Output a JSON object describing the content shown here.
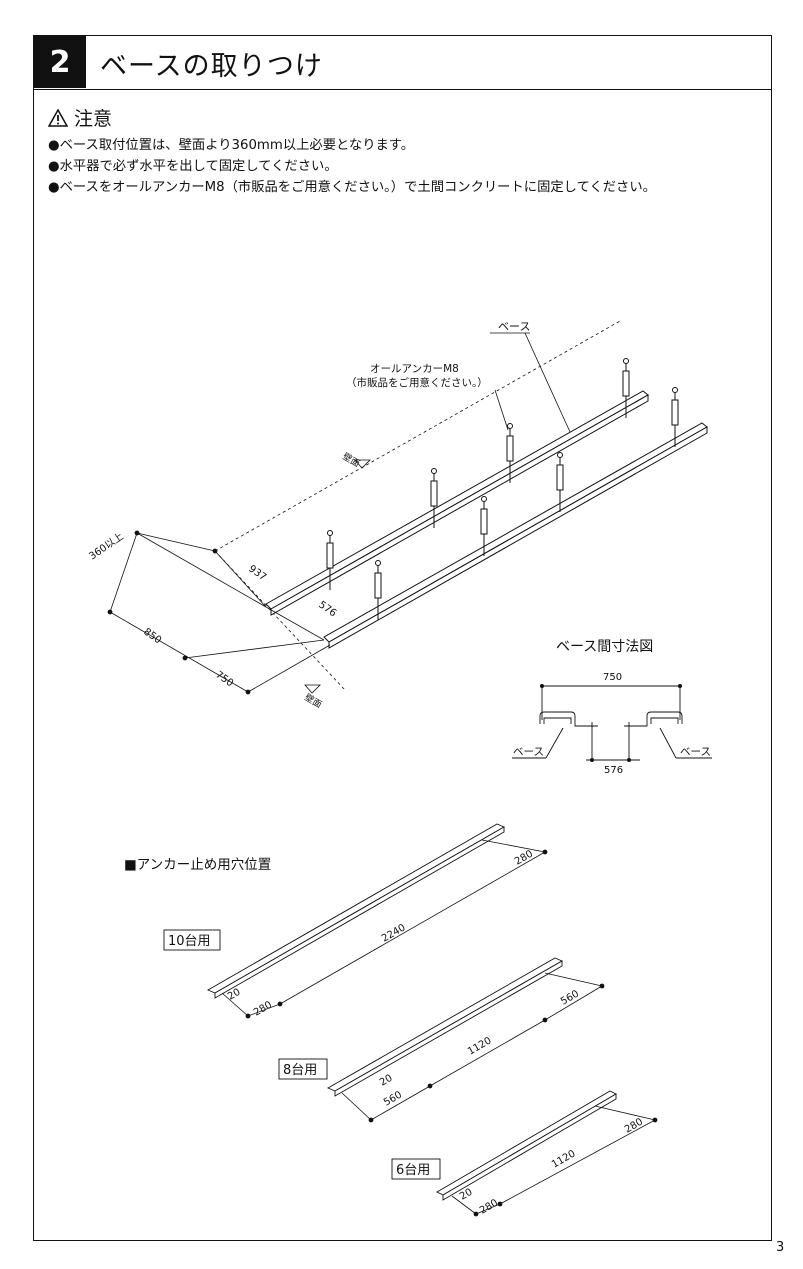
{
  "step": {
    "number": "2",
    "title": "ベースの取りつけ"
  },
  "caution": {
    "label": "注意",
    "notes": [
      "●ベース取付位置は、壁面より360mm以上必要となります。",
      "●水平器で必ず水平を出して固定してください。",
      "●ベースをオールアンカーM8（市販品をご用意ください。）で土間コンクリートに固定してください。"
    ]
  },
  "install_diagram": {
    "base_label": "ベース",
    "anchor_label": "オールアンカーM8",
    "anchor_note": "（市販品をご用意ください。）",
    "wall_label": "壁面",
    "dim_clearance": "360以上",
    "dim_937": "937",
    "dim_576": "576",
    "dim_850": "850",
    "dim_750": "750"
  },
  "spacing_diagram": {
    "title": "ベース間寸法図",
    "dim_outer": "750",
    "dim_inner": "576",
    "base_left": "ベース",
    "base_right": "ベース"
  },
  "anchor_holes": {
    "title": "■アンカー止め用穴位置",
    "variants": [
      {
        "label": "10台用",
        "d_edge": "20",
        "d_end_left": "280",
        "d_main": "2240",
        "d_end_right": "280"
      },
      {
        "label": "8台用",
        "d_edge": "20",
        "d_end_left": "560",
        "d_main": "1120",
        "d_end_right": "560"
      },
      {
        "label": "6台用",
        "d_edge": "20",
        "d_end_left": "280",
        "d_main": "1120",
        "d_end_right": "280"
      }
    ]
  },
  "page_number": "3"
}
